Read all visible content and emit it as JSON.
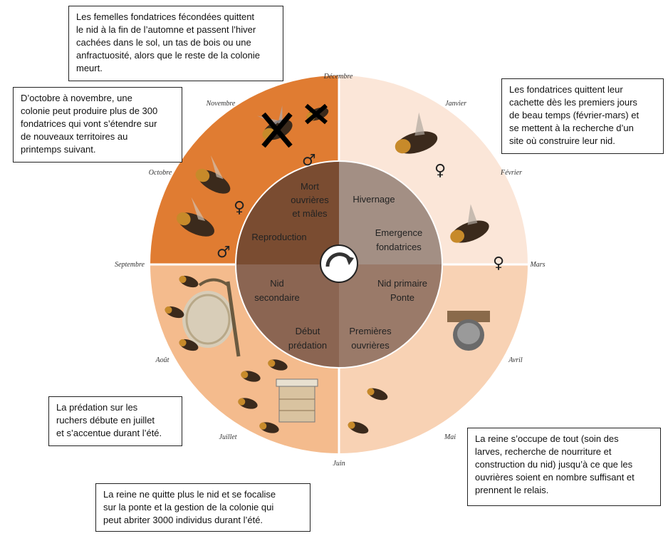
{
  "notes": {
    "top_center": "Les femelles fondatrices fécondées quittent\nle nid à la fin de l’automne et passent l’hiver\ncachées dans le sol, un tas de bois ou une\nanfractuosité, alors que le reste de la colonie\nmeurt.",
    "top_left": "D’octobre à novembre, une\ncolonie peut produire plus de 300\nfondatrices qui vont s’étendre sur\nde nouveaux territoires au\nprintemps suivant.",
    "top_right": "Les fondatrices quittent leur\ncachette dès les premiers jours\nde beau temps (février-mars) et\nse mettent à la recherche d’un\nsite où construire leur nid.",
    "mid_left": "La prédation sur les\nruchers débute en juillet\net s’accentue durant l’été.",
    "bottom_right": "La reine s’occupe de tout (soin des\nlarves, recherche de nourriture et\nconstruction du nid) jusqu’à ce que les\nouvrières soient en nombre suffisant et\nprennent le relais.",
    "bottom_center": "La reine ne quitte plus le nid et se focalise\nsur la ponte et la gestion de la colonie qui\npeut abriter 3000 individus durant l’été."
  },
  "months": {
    "decembre": "Décembre",
    "janvier": "Janvier",
    "fevrier": "Février",
    "mars": "Mars",
    "avril": "Avril",
    "mai": "Mai",
    "juin": "Juin",
    "juillet": "Juillet",
    "aout": "Août",
    "septembre": "Septembre",
    "octobre": "Octobre",
    "novembre": "Novembre"
  },
  "stages": {
    "mort_1": "Mort",
    "mort_2": "ouvrières",
    "mort_3": "et mâles",
    "hivernage": "Hivernage",
    "emergence_1": "Emergence",
    "emergence_2": "fondatrices",
    "reproduction": "Reproduction",
    "nid_secondaire_1": "Nid",
    "nid_secondaire_2": "secondaire",
    "nid_primaire_1": "Nid primaire",
    "nid_primaire_2": "Ponte",
    "debut_predation_1": "Début",
    "debut_predation_2": "prédation",
    "premieres_ouvrieres_1": "Premières",
    "premieres_ouvrieres_2": "ouvrières"
  },
  "symbols": {
    "male": "♂",
    "female": "♀"
  },
  "colors": {
    "q_top_left": "#e07c32",
    "q_top_right": "#fbe6d8",
    "q_bottom_left": "#f4bb8d",
    "q_bottom_right": "#f8d2b4",
    "inner_top_left": "#7a4c31",
    "inner_top_right": "#a38f84",
    "inner_bottom_left": "#8b6552",
    "inner_bottom_right": "#9a7a69"
  }
}
